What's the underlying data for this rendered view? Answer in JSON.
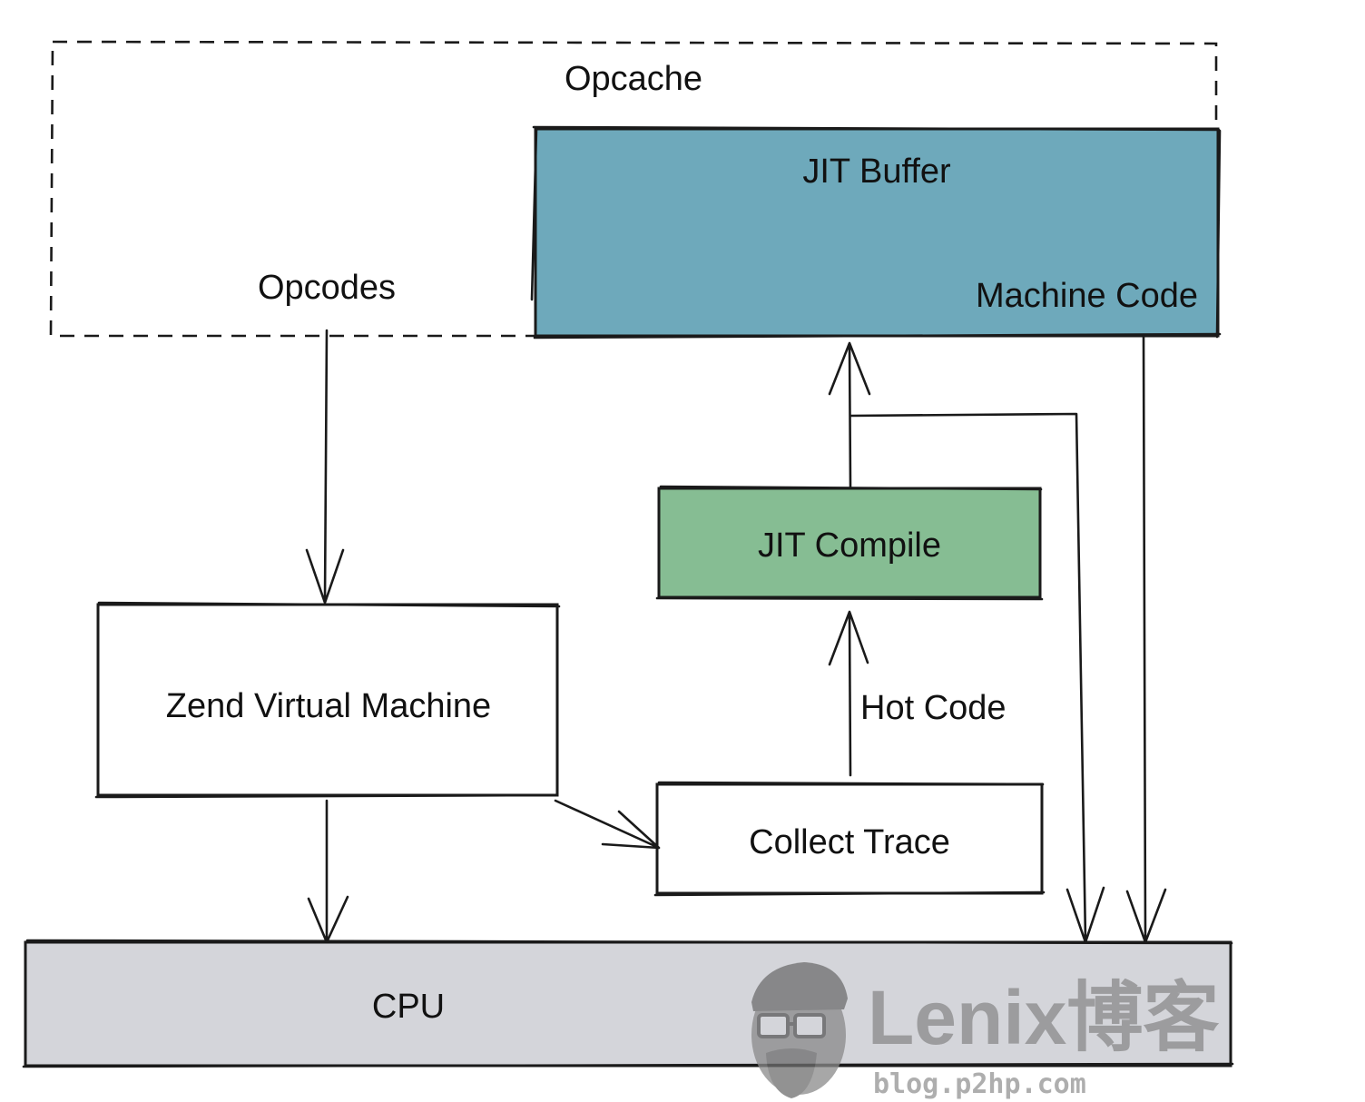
{
  "diagram": {
    "opcache_label": "Opcache",
    "opcodes_label": "Opcodes",
    "jit_buffer_label": "JIT Buffer",
    "machine_code_label": "Machine Code",
    "jit_compile_label": "JIT Compile",
    "hot_code_label": "Hot Code",
    "zend_vm_label": "Zend Virtual Machine",
    "collect_trace_label": "Collect Trace",
    "cpu_label": "CPU"
  },
  "colors": {
    "jit_buffer_fill": "#6ea9bb",
    "jit_compile_fill": "#86bd93",
    "cpu_fill": "#d4d5da",
    "stroke": "#1a1a1a"
  },
  "watermark": {
    "brand": "Lenix博客",
    "url": "blog.p2hp.com",
    "icon": "bearded-glasses-face-icon"
  }
}
